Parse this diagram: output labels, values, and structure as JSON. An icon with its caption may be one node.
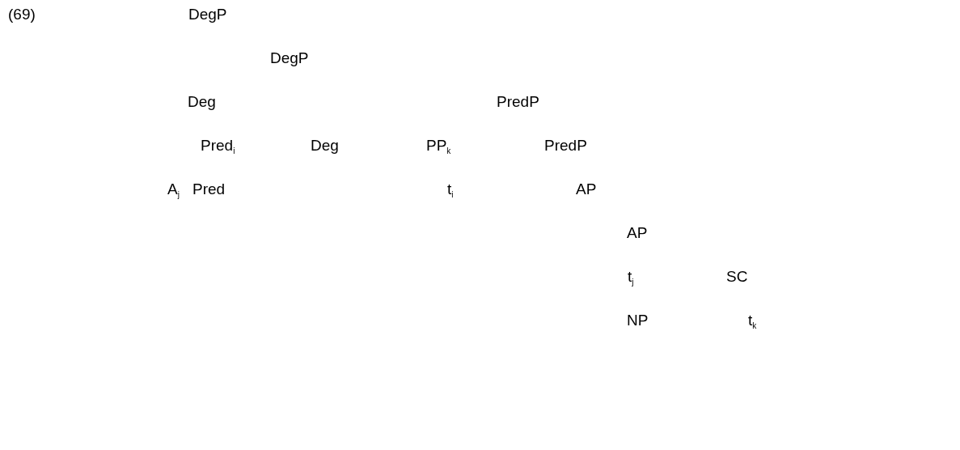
{
  "diagram": {
    "labels": [
      "(69)",
      "DegP",
      "DegP",
      "Deg",
      "PredP",
      "Pred$_{i}$",
      "Deg",
      "PP$_{k}$",
      "PredP",
      "A$_{j}$",
      "Pred",
      "t$_{i}$",
      "AP",
      "AP",
      "t$_{j}$",
      "SC",
      "NP",
      "t$_{k}$"
    ]
  }
}
